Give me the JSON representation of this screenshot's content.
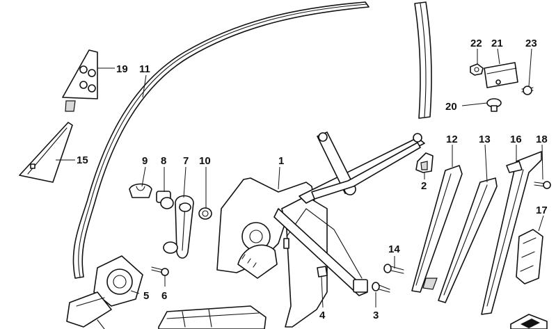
{
  "callouts": {
    "c1": "1",
    "c2": "2",
    "c3": "3",
    "c4": "4",
    "c5": "5",
    "c6": "6",
    "c7": "7",
    "c8": "8",
    "c9": "9",
    "c10": "10",
    "c11": "11",
    "c12": "12",
    "c13": "13",
    "c14": "14",
    "c15": "15",
    "c16": "16",
    "c17": "17",
    "c18": "18",
    "c19": "19",
    "c20": "20",
    "c21": "21",
    "c22": "22",
    "c23": "23"
  },
  "colors": {
    "ink": "#111111",
    "paper": "#ffffff"
  }
}
